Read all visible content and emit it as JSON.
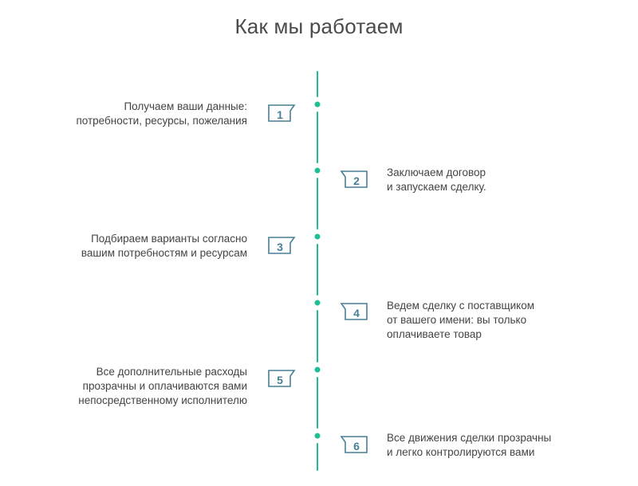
{
  "page": {
    "title": "Как мы работаем"
  },
  "colors": {
    "line": "#1fbf95",
    "badge_stroke": "#4a7f95",
    "text": "#444444"
  },
  "steps": [
    {
      "number": "1",
      "side": "left",
      "text": "Получаем ваши данные:\nпотребности, ресурсы, пожелания"
    },
    {
      "number": "2",
      "side": "right",
      "text": "Заключаем договор\nи запускаем сделку."
    },
    {
      "number": "3",
      "side": "left",
      "text": "Подбираем варианты согласно\nвашим потребностям и ресурсам"
    },
    {
      "number": "4",
      "side": "right",
      "text": "Ведем сделку с поставщиком\nот вашего имени: вы только\nоплачиваете товар"
    },
    {
      "number": "5",
      "side": "left",
      "text": "Все дополнительные расходы\nпрозрачны и оплачиваются вами\nнепосредственному исполнителю"
    },
    {
      "number": "6",
      "side": "right",
      "text": "Все движения сделки прозрачны\nи легко контролируются вами"
    }
  ]
}
